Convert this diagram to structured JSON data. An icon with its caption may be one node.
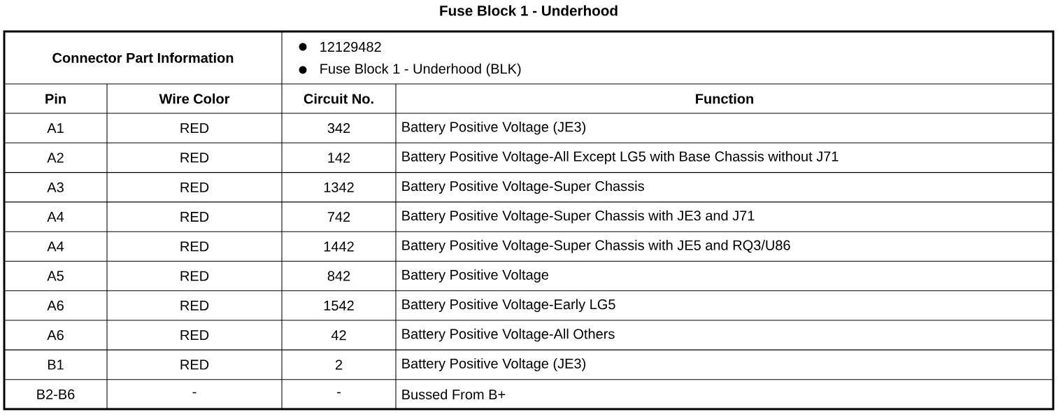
{
  "diagram": {
    "title": "Fuse Block 1 - Underhood",
    "labels": [
      "Connector Part Information",
      "12129482",
      "Fuse Block 1 - Underhood (BLK)",
      "Pin",
      "Wire Color",
      "Circuit No.",
      "Function",
      "A1",
      "RED",
      "342",
      "Battery Positive Voltage (JE3)",
      "A2",
      "RED",
      "142",
      "Battery Positive Voltage-All Except LG5 with Base Chassis without J71",
      "A3",
      "RED",
      "1342",
      "Battery Positive Voltage-Super Chassis",
      "A4",
      "RED",
      "742",
      "Battery Positive Voltage-Super Chassis with JE3 and J71",
      "A4",
      "RED",
      "1442",
      "Battery Positive Voltage-Super Chassis with JE5 and RQ3/U86",
      "A5",
      "RED",
      "842",
      "Battery Positive Voltage",
      "A6",
      "RED",
      "1542",
      "Battery Positive Voltage-Early LG5",
      "A6",
      "RED",
      "42",
      "Battery Positive Voltage-All Others",
      "B1",
      "RED",
      "2",
      "Battery Positive Voltage (JE3)",
      "B2-B6",
      "-",
      "-",
      "Bussed From B+"
    ]
  }
}
